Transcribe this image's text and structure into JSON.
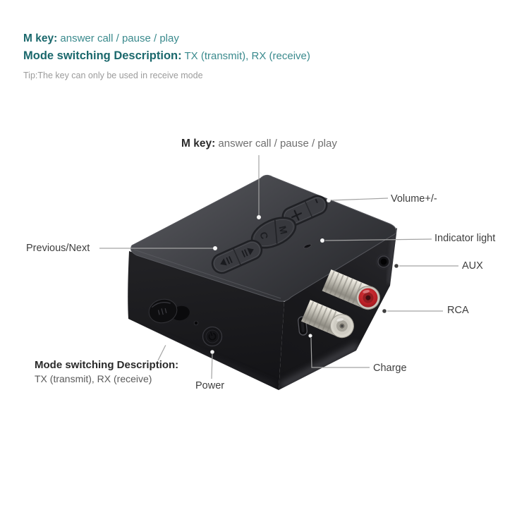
{
  "header": {
    "line1_bold": "M key:",
    "line1_rest": " answer call / pause / play",
    "line2_bold": "Mode switching Description:",
    "line2_rest": " TX (transmit), RX (receive)",
    "tip": "Tip:The key can only be used in receive mode"
  },
  "device_pointer_label": {
    "bold": "M key:",
    "rest": " answer call / pause / play"
  },
  "callouts": {
    "volume": "Volume+/-",
    "indicator_light": "Indicator light",
    "aux": "AUX",
    "rca": "RCA",
    "charge": "Charge",
    "power": "Power",
    "previous_next": "Previous/Next",
    "mode_bold": "Mode switching Description:",
    "mode_rest": "TX (transmit), RX (receive)"
  },
  "device": {
    "kind": "bluetooth audio receiver/transmitter adapter",
    "m_button_left_glyph": "C",
    "m_button_right_glyph": "M",
    "icons": {
      "volume_plus": "plus-icon",
      "volume_minus": "minus-icon",
      "previous": "previous-track-icon",
      "next": "next-track-icon",
      "power": "power-icon",
      "mode_switch": "slide-switch",
      "indicator": "indicator-light-slot",
      "aux_port": "aux-jack",
      "rca_red": "rca-jack-red",
      "rca_white": "rca-jack-white",
      "charge_port": "usb-c-port"
    }
  },
  "colors": {
    "teal_bold": "#1a686c",
    "teal_regular": "#3a8a8d",
    "tip_gray": "#9b9b9b",
    "label_text": "#3e3e3e",
    "callout_line": "#a3a3a3",
    "device_top": "#45464b",
    "device_front": "#1b1b1e",
    "device_right": "#202024",
    "rca_red": "#c0262c",
    "rca_white": "#d8d5cc",
    "metal": "#c8c5bb",
    "background": "#ffffff"
  }
}
